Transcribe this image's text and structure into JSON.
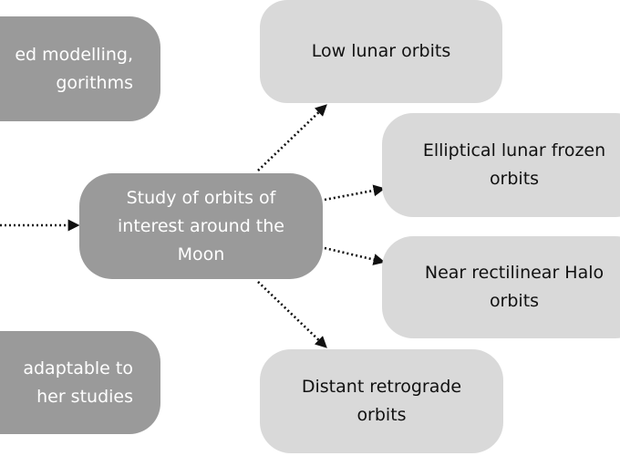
{
  "diagram": {
    "left_top_node": {
      "lines": [
        "ed modelling,",
        "gorithms"
      ]
    },
    "left_bottom_node": {
      "lines": [
        "adaptable to",
        "her studies"
      ]
    },
    "center_node": {
      "lines": [
        "Study of orbits of",
        "interest around the",
        "Moon"
      ]
    },
    "orbit_nodes": {
      "low": {
        "lines": [
          "Low lunar orbits"
        ]
      },
      "elliptical": {
        "lines": [
          "Elliptical lunar frozen",
          "orbits"
        ]
      },
      "halo": {
        "lines": [
          "Near rectilinear Halo",
          "orbits"
        ]
      },
      "dro": {
        "lines": [
          "Distant retrograde",
          "orbits"
        ]
      }
    },
    "colors": {
      "dark_node": "#9a9a9a",
      "light_node": "#d9d9d9",
      "dark_text": "#ffffff",
      "light_text": "#111111",
      "arrow": "#111111"
    }
  }
}
